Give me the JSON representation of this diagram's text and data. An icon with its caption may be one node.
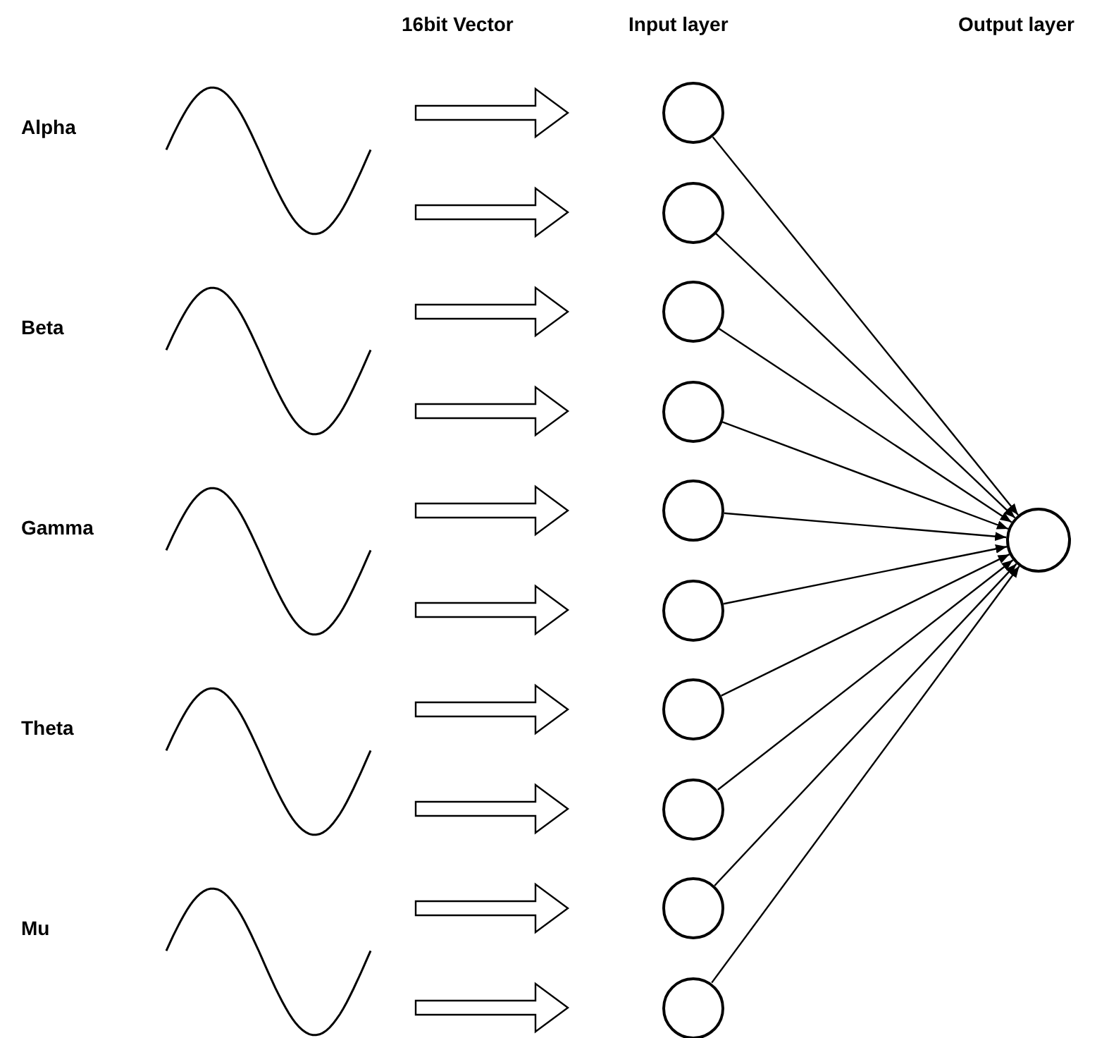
{
  "diagram": {
    "nodes": [
      {
        "text": [],
        "shape": "picture"
      },
      {
        "text": [],
        "shape": "picture"
      },
      {
        "text": [],
        "shape": "picture"
      },
      {
        "text": [],
        "shape": "picture"
      },
      {
        "text": [],
        "shape": "picture"
      },
      {
        "text": [],
        "shape": "circle"
      },
      {
        "text": [],
        "shape": "circle"
      },
      {
        "text": [],
        "shape": "circle"
      },
      {
        "text": [],
        "shape": "circle"
      },
      {
        "text": [],
        "shape": "circle"
      },
      {
        "text": [],
        "shape": "circle"
      },
      {
        "text": [],
        "shape": "circle"
      },
      {
        "text": [],
        "shape": "circle"
      },
      {
        "text": [],
        "shape": "circle"
      },
      {
        "text": [],
        "shape": "circle"
      },
      {
        "text": [],
        "shape": "circle"
      }
    ],
    "edges": [
      {
        "from": 0,
        "to": 5,
        "arrow": "to",
        "style": "thick"
      },
      {
        "from": 0,
        "to": 6,
        "arrow": "to",
        "style": "thick"
      },
      {
        "from": 1,
        "to": 7,
        "arrow": "to",
        "style": "thick"
      },
      {
        "from": 1,
        "to": 8,
        "arrow": "to",
        "style": "thick"
      },
      {
        "from": 2,
        "to": 9,
        "arrow": "to",
        "style": "thick"
      },
      {
        "from": 2,
        "to": 10,
        "arrow": "to",
        "style": "thick"
      },
      {
        "from": 3,
        "to": 11,
        "arrow": "to",
        "style": "thick"
      },
      {
        "from": 3,
        "to": 12,
        "arrow": "to",
        "style": "thick"
      },
      {
        "from": 4,
        "to": 13,
        "arrow": "to",
        "style": "thick"
      },
      {
        "from": 4,
        "to": 14,
        "arrow": "to",
        "style": "thick"
      },
      {
        "from": 5,
        "to": 15,
        "arrow": "to"
      },
      {
        "from": 6,
        "to": 15,
        "arrow": "to"
      },
      {
        "from": 7,
        "to": 15,
        "arrow": "to"
      },
      {
        "from": 8,
        "to": 15,
        "arrow": "to"
      },
      {
        "from": 9,
        "to": 15,
        "arrow": "to"
      },
      {
        "from": 10,
        "to": 15,
        "arrow": "to"
      },
      {
        "from": 11,
        "to": 15,
        "arrow": "to"
      },
      {
        "from": 12,
        "to": 15,
        "arrow": "to"
      },
      {
        "from": 13,
        "to": 15,
        "arrow": "to"
      },
      {
        "from": 14,
        "to": 15,
        "arrow": "to"
      }
    ],
    "labels": [
      "16bit Vector",
      "Input layer",
      "Output layer",
      "Alpha",
      "Beta",
      "Gamma",
      "Theta",
      "Mu"
    ]
  }
}
